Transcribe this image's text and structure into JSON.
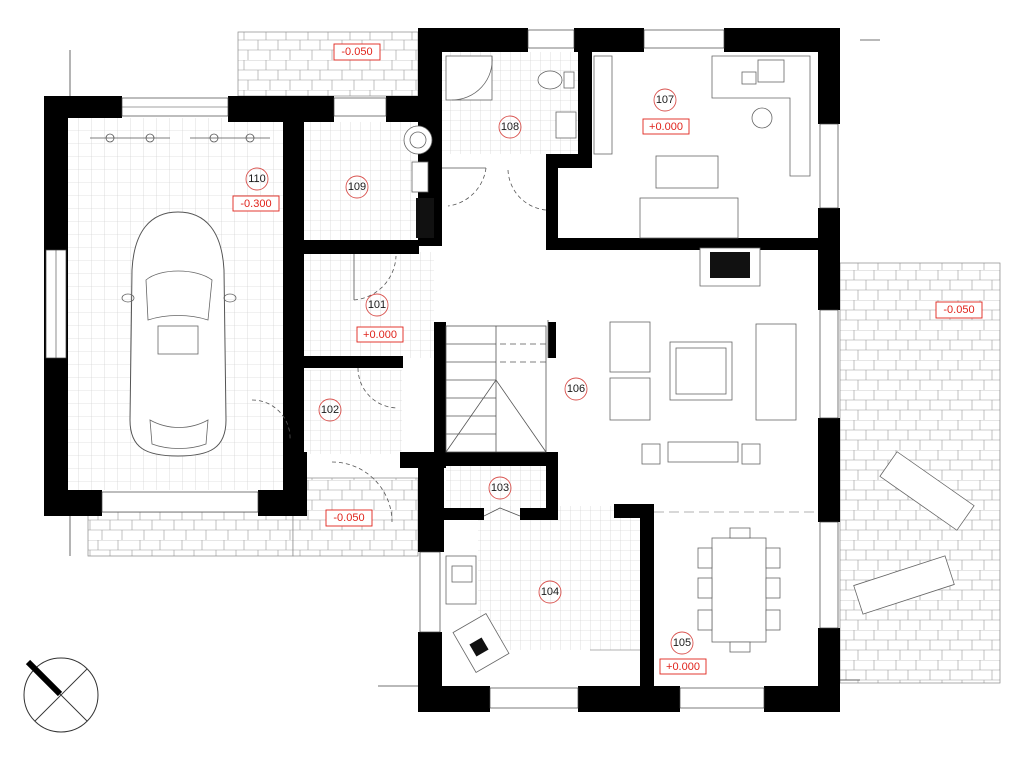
{
  "rooms": [
    {
      "id": "r101",
      "number": "101",
      "level": "+0.000"
    },
    {
      "id": "r102",
      "number": "102",
      "level": ""
    },
    {
      "id": "r103",
      "number": "103",
      "level": ""
    },
    {
      "id": "r104",
      "number": "104",
      "level": ""
    },
    {
      "id": "r105",
      "number": "105",
      "level": "+0.000"
    },
    {
      "id": "r106",
      "number": "106",
      "level": ""
    },
    {
      "id": "r107",
      "number": "107",
      "level": "+0.000"
    },
    {
      "id": "r108",
      "number": "108",
      "level": ""
    },
    {
      "id": "r109",
      "number": "109",
      "level": ""
    },
    {
      "id": "r110",
      "number": "110",
      "level": "-0.300"
    }
  ],
  "outdoor_levels": {
    "top_terrace": "-0.050",
    "right_terrace": "-0.050",
    "entrance_porch": "-0.050"
  },
  "colors": {
    "wall": "#000000",
    "grid": "#c8c8c8",
    "paving": "#9a9a9a",
    "label_red": "#e0241c",
    "circle_red": "#d9534f"
  }
}
